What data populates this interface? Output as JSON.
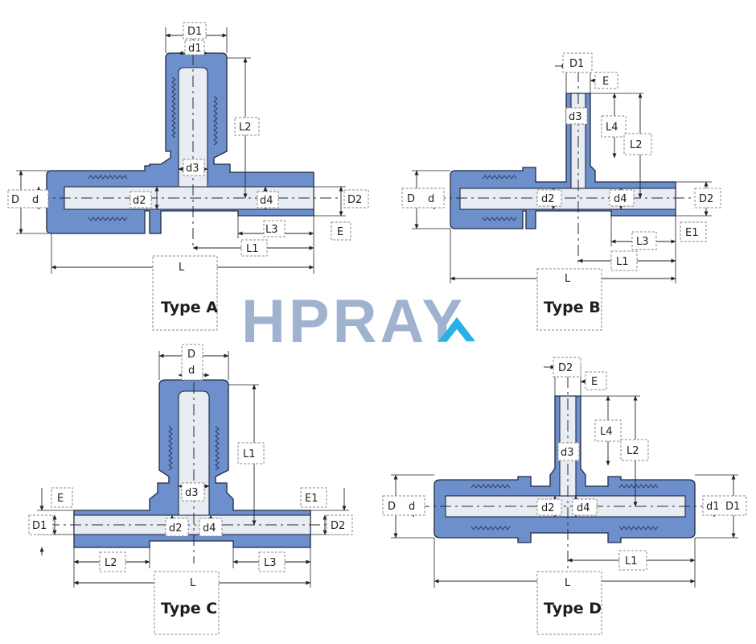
{
  "brand": {
    "watermark": "HPRAY",
    "accent_color": "#2ab0e8",
    "watermark_color": "#9fb2cf",
    "body_color": "#6d8fcc"
  },
  "diagrams": {
    "a": {
      "title": "Type A",
      "labels": {
        "D1": "D1",
        "d1": "d1",
        "L2": "L2",
        "d3": "d3",
        "D": "D",
        "d": "d",
        "d2": "d2",
        "d4": "d4",
        "D2": "D2",
        "L3": "L3",
        "E": "E",
        "L1": "L1",
        "L": "L"
      }
    },
    "b": {
      "title": "Type B",
      "labels": {
        "D1": "D1",
        "E": "E",
        "d3": "d3",
        "L4": "L4",
        "L2": "L2",
        "D": "D",
        "d": "d",
        "d2": "d2",
        "d4": "d4",
        "D2": "D2",
        "L3": "L3",
        "E1": "E1",
        "L1": "L1",
        "L": "L"
      }
    },
    "c": {
      "title": "Type C",
      "labels": {
        "D": "D",
        "d": "d",
        "L1": "L1",
        "d3": "d3",
        "E": "E",
        "E1": "E1",
        "D1": "D1",
        "d2": "d2",
        "d4": "d4",
        "D2": "D2",
        "L2": "L2",
        "L3": "L3",
        "L": "L"
      }
    },
    "d": {
      "title": "Type D",
      "labels": {
        "D2": "D2",
        "E": "E",
        "L4": "L4",
        "L2": "L2",
        "d3": "d3",
        "D": "D",
        "d": "d",
        "d2": "d2",
        "d4": "d4",
        "d1": "d1",
        "D1": "D1",
        "L1": "L1",
        "L": "L"
      }
    }
  }
}
